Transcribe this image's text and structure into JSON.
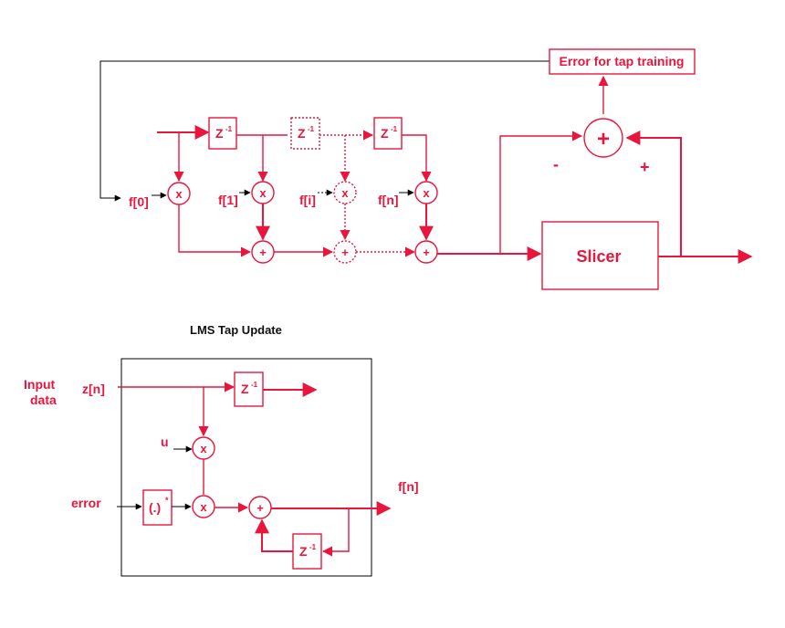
{
  "colors": {
    "accent": "#e8163c",
    "line": "#000000",
    "background": "#ffffff"
  },
  "top": {
    "error_box_label": "Error for tap training",
    "delay": "Z",
    "delay_sup": "-1",
    "taps": [
      "f[0]",
      "f[1]",
      "f[i]",
      "f[n]"
    ],
    "mult": "x",
    "adder": "+",
    "sum_plus": "+",
    "minus_sign": "-",
    "plus_sign": "+",
    "slicer_label": "Slicer"
  },
  "bottom": {
    "title": "LMS Tap Update",
    "input_label_line1": "Input",
    "input_label_line2": "data",
    "z_label": "z[n]",
    "u_label": "u",
    "error_label": "error",
    "conj_label": "(.)",
    "conj_sup": "*",
    "output_label": "f[n]"
  }
}
